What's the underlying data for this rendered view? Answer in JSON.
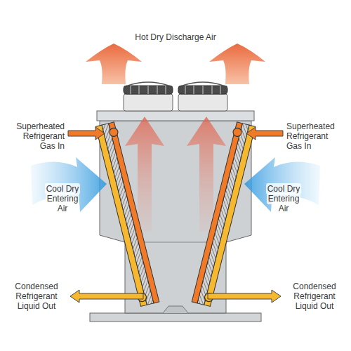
{
  "diagram": {
    "labels": [
      "Hot Dry Discharge Air",
      "Superheated Refrigerant Gas In",
      "Superheated Refrigerant Gas In",
      "Cool Dry Entering Air",
      "Cool Dry Entering Air",
      "Condensed Refrigerant Liquid Out",
      "Condensed Refrigerant Liquid Out"
    ]
  }
}
